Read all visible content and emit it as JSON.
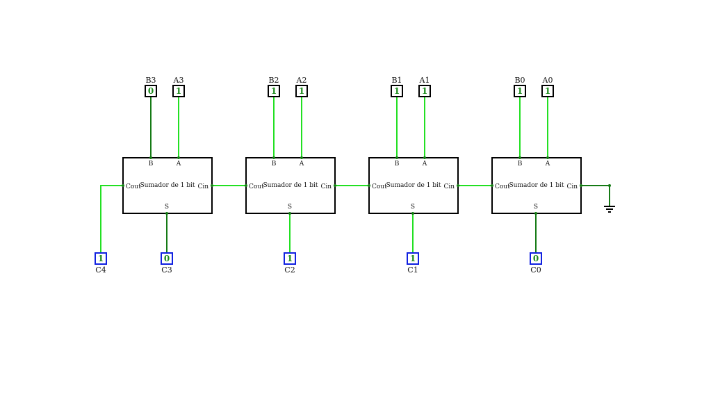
{
  "colors": {
    "wire_active": "#22e022",
    "wire_inactive": "#157a15",
    "input_border": "#000000",
    "output_border": "#1020e0",
    "bit_text": "#1a8a1a"
  },
  "adders": [
    {
      "title": "Sumador de 1 bit",
      "pins": {
        "b": "B",
        "a": "A",
        "cout": "Cout",
        "cin": "Cin",
        "s": "S"
      },
      "inputs": {
        "b": {
          "label": "B3",
          "value": "0"
        },
        "a": {
          "label": "A3",
          "value": "1"
        }
      },
      "sum_out": {
        "label": "C3",
        "value": "0"
      }
    },
    {
      "title": "Sumador de 1 bit",
      "pins": {
        "b": "B",
        "a": "A",
        "cout": "Cout",
        "cin": "Cin",
        "s": "S"
      },
      "inputs": {
        "b": {
          "label": "B2",
          "value": "1"
        },
        "a": {
          "label": "A2",
          "value": "1"
        }
      },
      "sum_out": {
        "label": "C2",
        "value": "1"
      }
    },
    {
      "title": "Sumador de 1 bit",
      "pins": {
        "b": "B",
        "a": "A",
        "cout": "Cout",
        "cin": "Cin",
        "s": "S"
      },
      "inputs": {
        "b": {
          "label": "B1",
          "value": "1"
        },
        "a": {
          "label": "A1",
          "value": "1"
        }
      },
      "sum_out": {
        "label": "C1",
        "value": "1"
      }
    },
    {
      "title": "Sumador de 1 bit",
      "pins": {
        "b": "B",
        "a": "A",
        "cout": "Cout",
        "cin": "Cin",
        "s": "S"
      },
      "inputs": {
        "b": {
          "label": "B0",
          "value": "1"
        },
        "a": {
          "label": "A0",
          "value": "1"
        }
      },
      "sum_out": {
        "label": "C0",
        "value": "0"
      }
    }
  ],
  "carry_out": {
    "label": "C4",
    "value": "1"
  },
  "ground": {
    "icon": "ground-icon"
  }
}
